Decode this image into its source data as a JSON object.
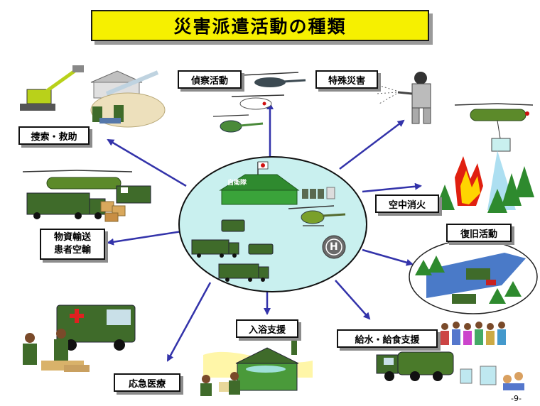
{
  "title": "災害派遣活動の種類",
  "center": {
    "building_label": "自衛隊",
    "heliport_symbol": "H"
  },
  "activities": {
    "search_rescue": "捜索・救助",
    "reconnaissance": "偵察活動",
    "special_disaster": "特殊災害",
    "aerial_firefighting": "空中消火",
    "restoration": "復旧活動",
    "supply_transport_line1": "物資輸送",
    "supply_transport_line2": "患者空輸",
    "water_food_supply": "給水・給食支援",
    "bathing_support": "入浴支援",
    "emergency_medical": "応急医療"
  },
  "page_number": "-9-",
  "colors": {
    "title_bg": "#f6f000",
    "ellipse_fill": "#c9f0ef",
    "arrow": "#3333aa",
    "military_green": "#3f6b2a",
    "cross": "#d01010"
  }
}
